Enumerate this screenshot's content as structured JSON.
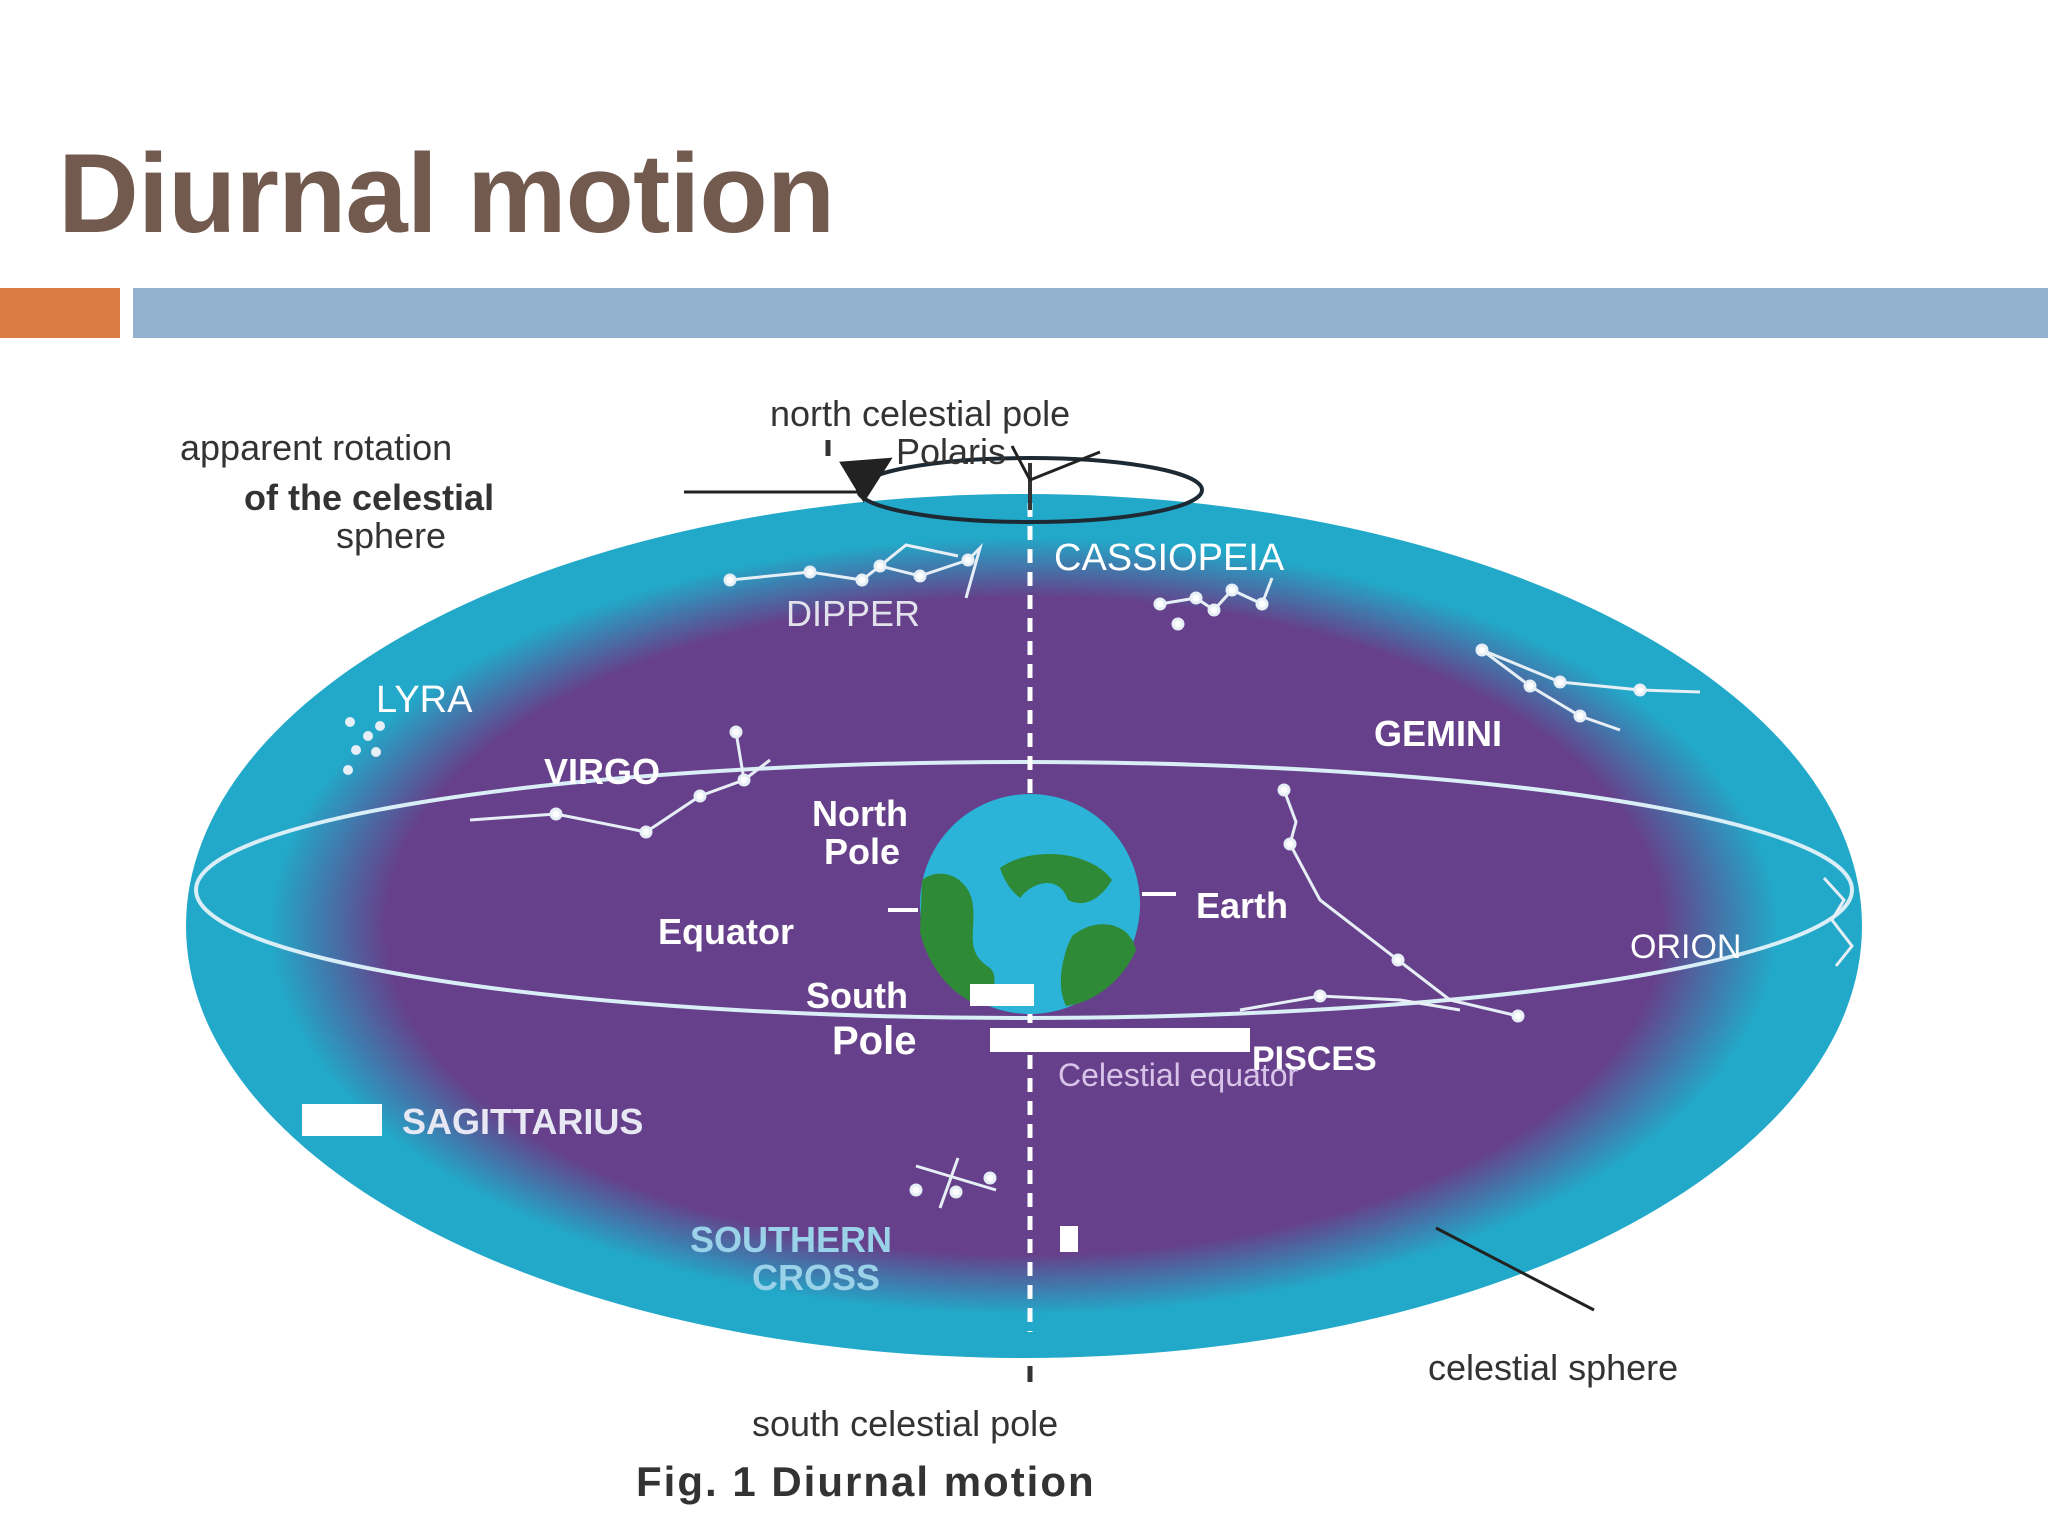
{
  "slide": {
    "title": "Diurnal motion",
    "title_color": "#735a4f",
    "accent_bar_color": "#db7c45",
    "main_bar_color": "#93b2d0"
  },
  "diagram": {
    "colors": {
      "sphere_outer": "#22a9c9",
      "sphere_inner": "#66408a",
      "earth_ocean": "#2bb4d8",
      "earth_land": "#2e8a36"
    },
    "labels": {
      "north_celestial_pole": "north celestial pole",
      "polaris": "Polaris",
      "apparent_rotation": "apparent rotation",
      "of_the_celestial": "of the celestial",
      "sphere": "sphere",
      "cassiopeia": "CASSIOPEIA",
      "dipper": "DIPPER",
      "lyra": "LYRA",
      "gemini": "GEMINI",
      "virgo": "VIRGO",
      "north": "North",
      "pole": "Pole",
      "earth": "Earth",
      "equator": "Equator",
      "orion": "ORION",
      "south": "South",
      "pole_south": "Pole",
      "pisces": "PISCES",
      "celestial_equator": "Celestial equator",
      "sagittarius": "SAGITTARIUS",
      "southern": "SOUTHERN",
      "cross": "CROSS",
      "celestial_sphere": "celestial sphere",
      "south_celestial_pole": "south celestial pole",
      "fig_caption": "Fig. 1  Diurnal motion"
    }
  }
}
